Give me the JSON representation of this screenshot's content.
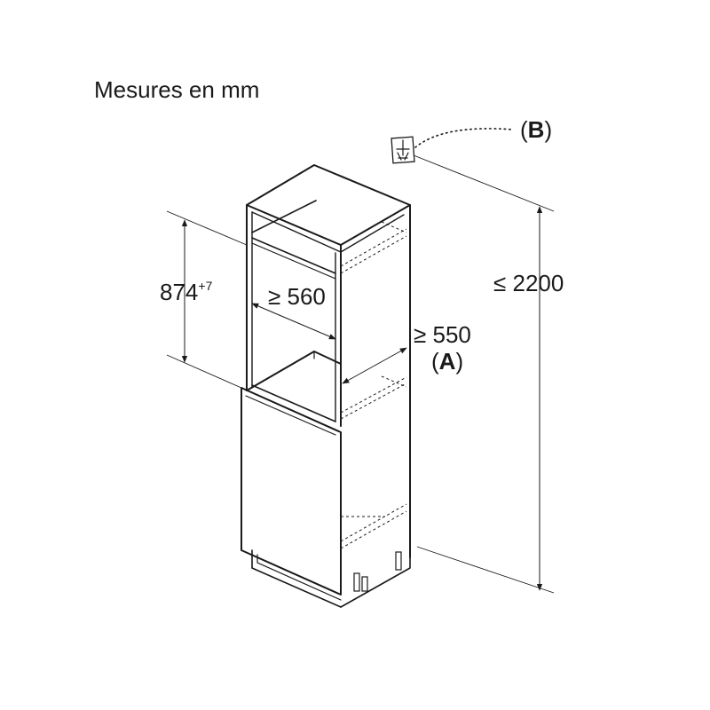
{
  "title": "Mesures en mm",
  "labels": {
    "niche_height": "874",
    "niche_height_tolerance": "+7",
    "niche_width": "≥ 560",
    "niche_depth": "≥ 550",
    "niche_depth_ref": "(A)",
    "cabinet_height": "≤ 2200",
    "socket_ref": "(B)"
  },
  "colors": {
    "line": "#1a1a1a",
    "background": "#ffffff"
  }
}
